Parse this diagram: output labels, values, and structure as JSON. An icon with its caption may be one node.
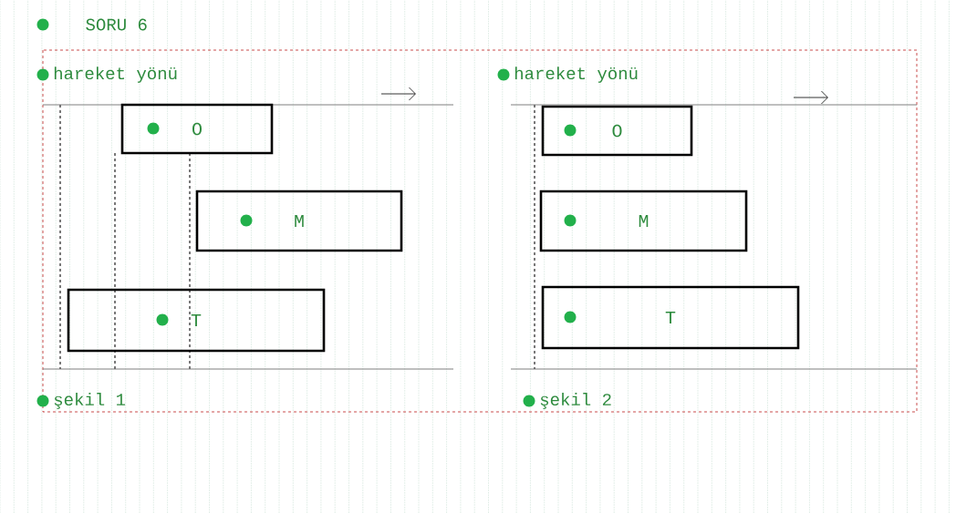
{
  "diagram": {
    "title": "SORU 6",
    "nodes": [
      {
        "text": [
          "O"
        ]
      },
      {
        "text": [
          "M"
        ]
      },
      {
        "text": [
          "T"
        ]
      },
      {
        "text": [
          "O"
        ]
      },
      {
        "text": [
          "M"
        ]
      },
      {
        "text": [
          "T"
        ]
      }
    ],
    "labels": [
      "hareket yönü",
      "hareket yönü",
      "şekil 1",
      "şekil 2"
    ]
  }
}
